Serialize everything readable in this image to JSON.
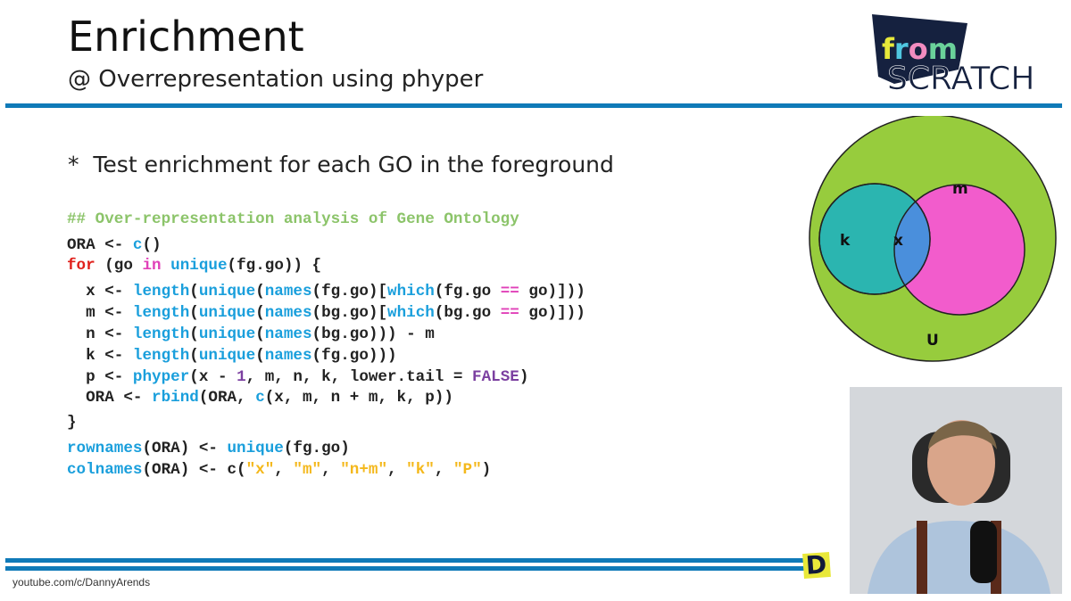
{
  "slide": {
    "title": "Enrichment",
    "subtitle": "@ Overrepresentation using phyper",
    "bullet_marker": "*",
    "bullet": "Test enrichment for each GO in the foreground"
  },
  "logo": {
    "line1": "from",
    "line2": "SCRATCH"
  },
  "code_lines": [
    [
      [
        "## Over-representation analysis of Gene Ontology",
        "c-comment"
      ]
    ],
    [
      [
        "ORA <- ",
        ""
      ],
      [
        "c",
        "c-fn"
      ],
      [
        "()",
        ""
      ]
    ],
    [
      [
        "for",
        "c-kw"
      ],
      [
        " (go ",
        ""
      ],
      [
        "in",
        "c-in"
      ],
      [
        " ",
        ""
      ],
      [
        "unique",
        "c-fn"
      ],
      [
        "(fg.go)) {",
        ""
      ]
    ],
    [
      [
        "  x <- ",
        ""
      ],
      [
        "length",
        "c-fn"
      ],
      [
        "(",
        ""
      ],
      [
        "unique",
        "c-fn"
      ],
      [
        "(",
        ""
      ],
      [
        "names",
        "c-fn"
      ],
      [
        "(fg.go)[",
        ""
      ],
      [
        "which",
        "c-fn"
      ],
      [
        "(fg.go ",
        ""
      ],
      [
        "==",
        "c-in"
      ],
      [
        " go)]))",
        ""
      ]
    ],
    [
      [
        "  m <- ",
        ""
      ],
      [
        "length",
        "c-fn"
      ],
      [
        "(",
        ""
      ],
      [
        "unique",
        "c-fn"
      ],
      [
        "(",
        ""
      ],
      [
        "names",
        "c-fn"
      ],
      [
        "(bg.go)[",
        ""
      ],
      [
        "which",
        "c-fn"
      ],
      [
        "(bg.go ",
        ""
      ],
      [
        "==",
        "c-in"
      ],
      [
        " go)]))",
        ""
      ]
    ],
    [
      [
        "  n <- ",
        ""
      ],
      [
        "length",
        "c-fn"
      ],
      [
        "(",
        ""
      ],
      [
        "unique",
        "c-fn"
      ],
      [
        "(",
        ""
      ],
      [
        "names",
        "c-fn"
      ],
      [
        "(bg.go))) - m",
        ""
      ]
    ],
    [
      [
        "  k <- ",
        ""
      ],
      [
        "length",
        "c-fn"
      ],
      [
        "(",
        ""
      ],
      [
        "unique",
        "c-fn"
      ],
      [
        "(",
        ""
      ],
      [
        "names",
        "c-fn"
      ],
      [
        "(fg.go)))",
        ""
      ]
    ],
    [
      [
        "  p <- ",
        ""
      ],
      [
        "phyper",
        "c-fn"
      ],
      [
        "(x - ",
        ""
      ],
      [
        "1",
        "c-num"
      ],
      [
        ", m, n, k, lower.tail = ",
        ""
      ],
      [
        "FALSE",
        "c-num"
      ],
      [
        ")",
        ""
      ]
    ],
    [
      [
        "  ORA <- ",
        ""
      ],
      [
        "rbind",
        "c-fn"
      ],
      [
        "(ORA, ",
        ""
      ],
      [
        "c",
        "c-fn"
      ],
      [
        "(x, m, n + m, k, p))",
        ""
      ]
    ],
    [
      [
        "}",
        ""
      ]
    ],
    [
      [
        "rownames",
        "c-fn"
      ],
      [
        "(ORA) <- ",
        ""
      ],
      [
        "unique",
        "c-fn"
      ],
      [
        "(fg.go)",
        ""
      ]
    ],
    [
      [
        "colnames",
        "c-fn"
      ],
      [
        "(ORA) <- c(",
        ""
      ],
      [
        "\"x\"",
        "c-str"
      ],
      [
        ", ",
        ""
      ],
      [
        "\"m\"",
        "c-str"
      ],
      [
        ", ",
        ""
      ],
      [
        "\"n+m\"",
        "c-str"
      ],
      [
        ", ",
        ""
      ],
      [
        "\"k\"",
        "c-str"
      ],
      [
        ", ",
        ""
      ],
      [
        "\"P\"",
        "c-str"
      ],
      [
        ")",
        ""
      ]
    ]
  ],
  "venn": {
    "labels": {
      "universe": "U",
      "background": "m",
      "foreground": "k",
      "overlap": "x"
    },
    "colors": {
      "universe": "#97cc3d",
      "background": "#f25ccc",
      "foreground": "#2bb5b0",
      "overlap": "#4a8fdc"
    }
  },
  "footer": {
    "url": "youtube.com/c/DannyArends",
    "brand_letter": "D"
  },
  "colors": {
    "accent": "#0f7ab8"
  }
}
